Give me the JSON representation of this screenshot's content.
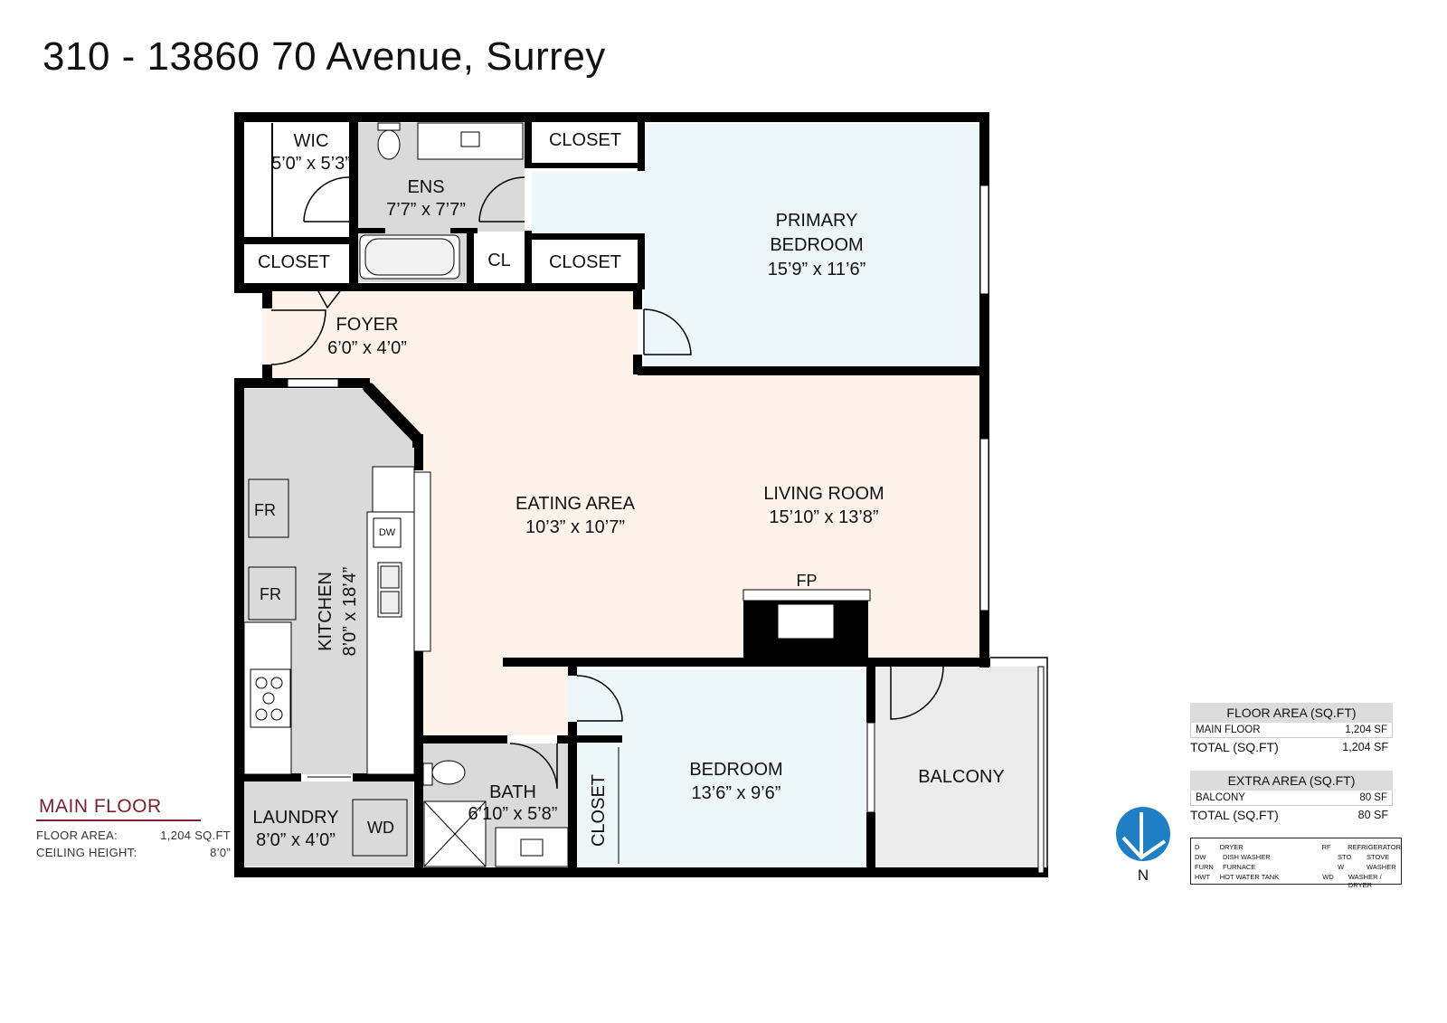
{
  "title": "310 - 13860 70 Avenue, Surrey",
  "rooms": {
    "wic": {
      "name": "WIC",
      "dims": "5’0” x 5’3”"
    },
    "ens": {
      "name": "ENS",
      "dims": "7’7” x 7’7”"
    },
    "closet_ens_top": {
      "name": "CLOSET"
    },
    "closet_primary_bottom": {
      "name": "CLOSET"
    },
    "closet_wic": {
      "name": "CLOSET"
    },
    "cl": {
      "name": "CL"
    },
    "primary_bedroom": {
      "name_line1": "PRIMARY",
      "name_line2": "BEDROOM",
      "dims": "15’9” x 11’6”"
    },
    "foyer": {
      "name": "FOYER",
      "dims": "6’0” x 4’0”"
    },
    "eating_area": {
      "name": "EATING AREA",
      "dims": "10’3” x 10’7”"
    },
    "living_room": {
      "name": "LIVING ROOM",
      "dims": "15’10” x 13’8”"
    },
    "kitchen": {
      "name": "KITCHEN",
      "dims": "8’0” x 18’4”"
    },
    "bedroom": {
      "name": "BEDROOM",
      "dims": "13’6” x 9’6”"
    },
    "bath": {
      "name": "BATH",
      "dims": "6’10” x 5’8”"
    },
    "closet_bedroom": {
      "name": "CLOSET"
    },
    "balcony": {
      "name": "BALCONY"
    },
    "laundry": {
      "name": "LAUNDRY",
      "dims": "8’0” x 4’0”"
    }
  },
  "fixtures": {
    "fr1": "FR",
    "fr2": "FR",
    "dw": "DW",
    "wd": "WD",
    "fp": "FP"
  },
  "main_floor": {
    "heading": "MAIN FLOOR",
    "floor_area_label": "FLOOR AREA:",
    "floor_area_value": "1,204 SQ.FT",
    "ceiling_label": "CEILING HEIGHT:",
    "ceiling_value": "8’0”"
  },
  "floor_area_table": {
    "header": "FLOOR AREA (SQ.FT)",
    "row_label": "MAIN FLOOR",
    "row_value": "1,204 SF",
    "total_label": "TOTAL (SQ.FT)",
    "total_value": "1,204 SF"
  },
  "extra_area_table": {
    "header": "EXTRA AREA (SQ.FT)",
    "row_label": "BALCONY",
    "row_value": "80 SF",
    "total_label": "TOTAL (SQ.FT)",
    "total_value": "80 SF"
  },
  "legend": [
    {
      "abbr": "D",
      "meaning": "DRYER",
      "abbr2": "RF",
      "meaning2": "REFRIGERATOR"
    },
    {
      "abbr": "DW",
      "meaning": "DISH WASHER",
      "abbr2": "STO",
      "meaning2": "STOVE"
    },
    {
      "abbr": "FURN",
      "meaning": "FURNACE",
      "abbr2": "W",
      "meaning2": "WASHER"
    },
    {
      "abbr": "HWT",
      "meaning": "HOT WATER TANK",
      "abbr2": "WD",
      "meaning2": "WASHER / DRYER"
    }
  ],
  "north_label": "N",
  "colors": {
    "wall": "#000000",
    "bedroom_fill": "#edf6f9",
    "living_fill": "#fdf3ea",
    "wet_fill": "#dadada",
    "balcony_fill": "#ececec",
    "compass": "#1f7fc4",
    "accent": "#7a2230"
  }
}
